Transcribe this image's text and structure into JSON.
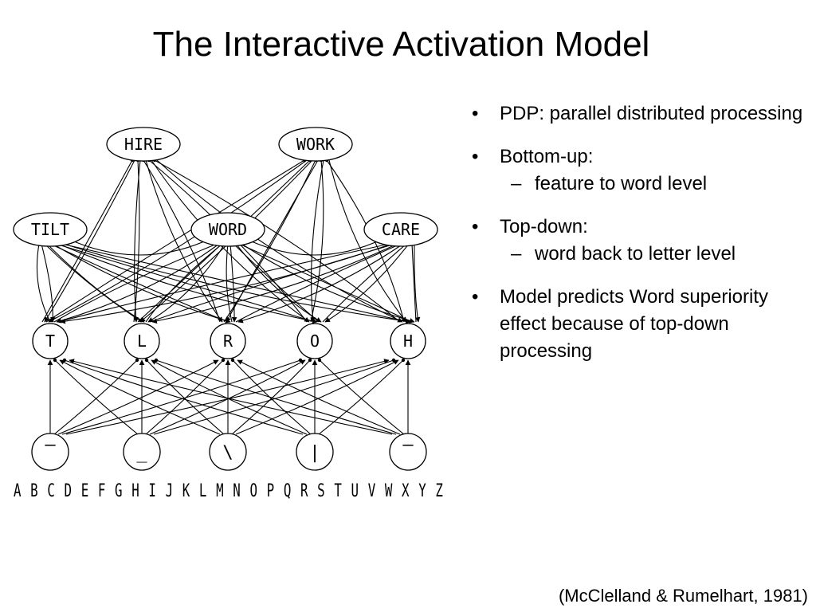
{
  "slide": {
    "title": "The Interactive Activation Model",
    "citation": "(McClelland & Rumelhart, 1981)"
  },
  "bullets": [
    {
      "text": "PDP: parallel distributed processing",
      "sub": []
    },
    {
      "text": "Bottom-up:",
      "sub": [
        "feature to word level"
      ]
    },
    {
      "text": "Top-down:",
      "sub": [
        "word back to letter level"
      ]
    },
    {
      "text": "Model predicts Word superiority effect because of top-down processing",
      "sub": []
    }
  ],
  "diagram": {
    "word_nodes": [
      "HIRE",
      "WORK",
      "TILT",
      "WORD",
      "CARE"
    ],
    "letter_nodes": [
      "T",
      "L",
      "R",
      "O",
      "H"
    ],
    "feature_nodes": [
      "—",
      "_",
      "\\",
      "|",
      "—"
    ],
    "alphabet": "A B C D E F G H I J K L M N O P Q R S T U V W X Y Z"
  }
}
